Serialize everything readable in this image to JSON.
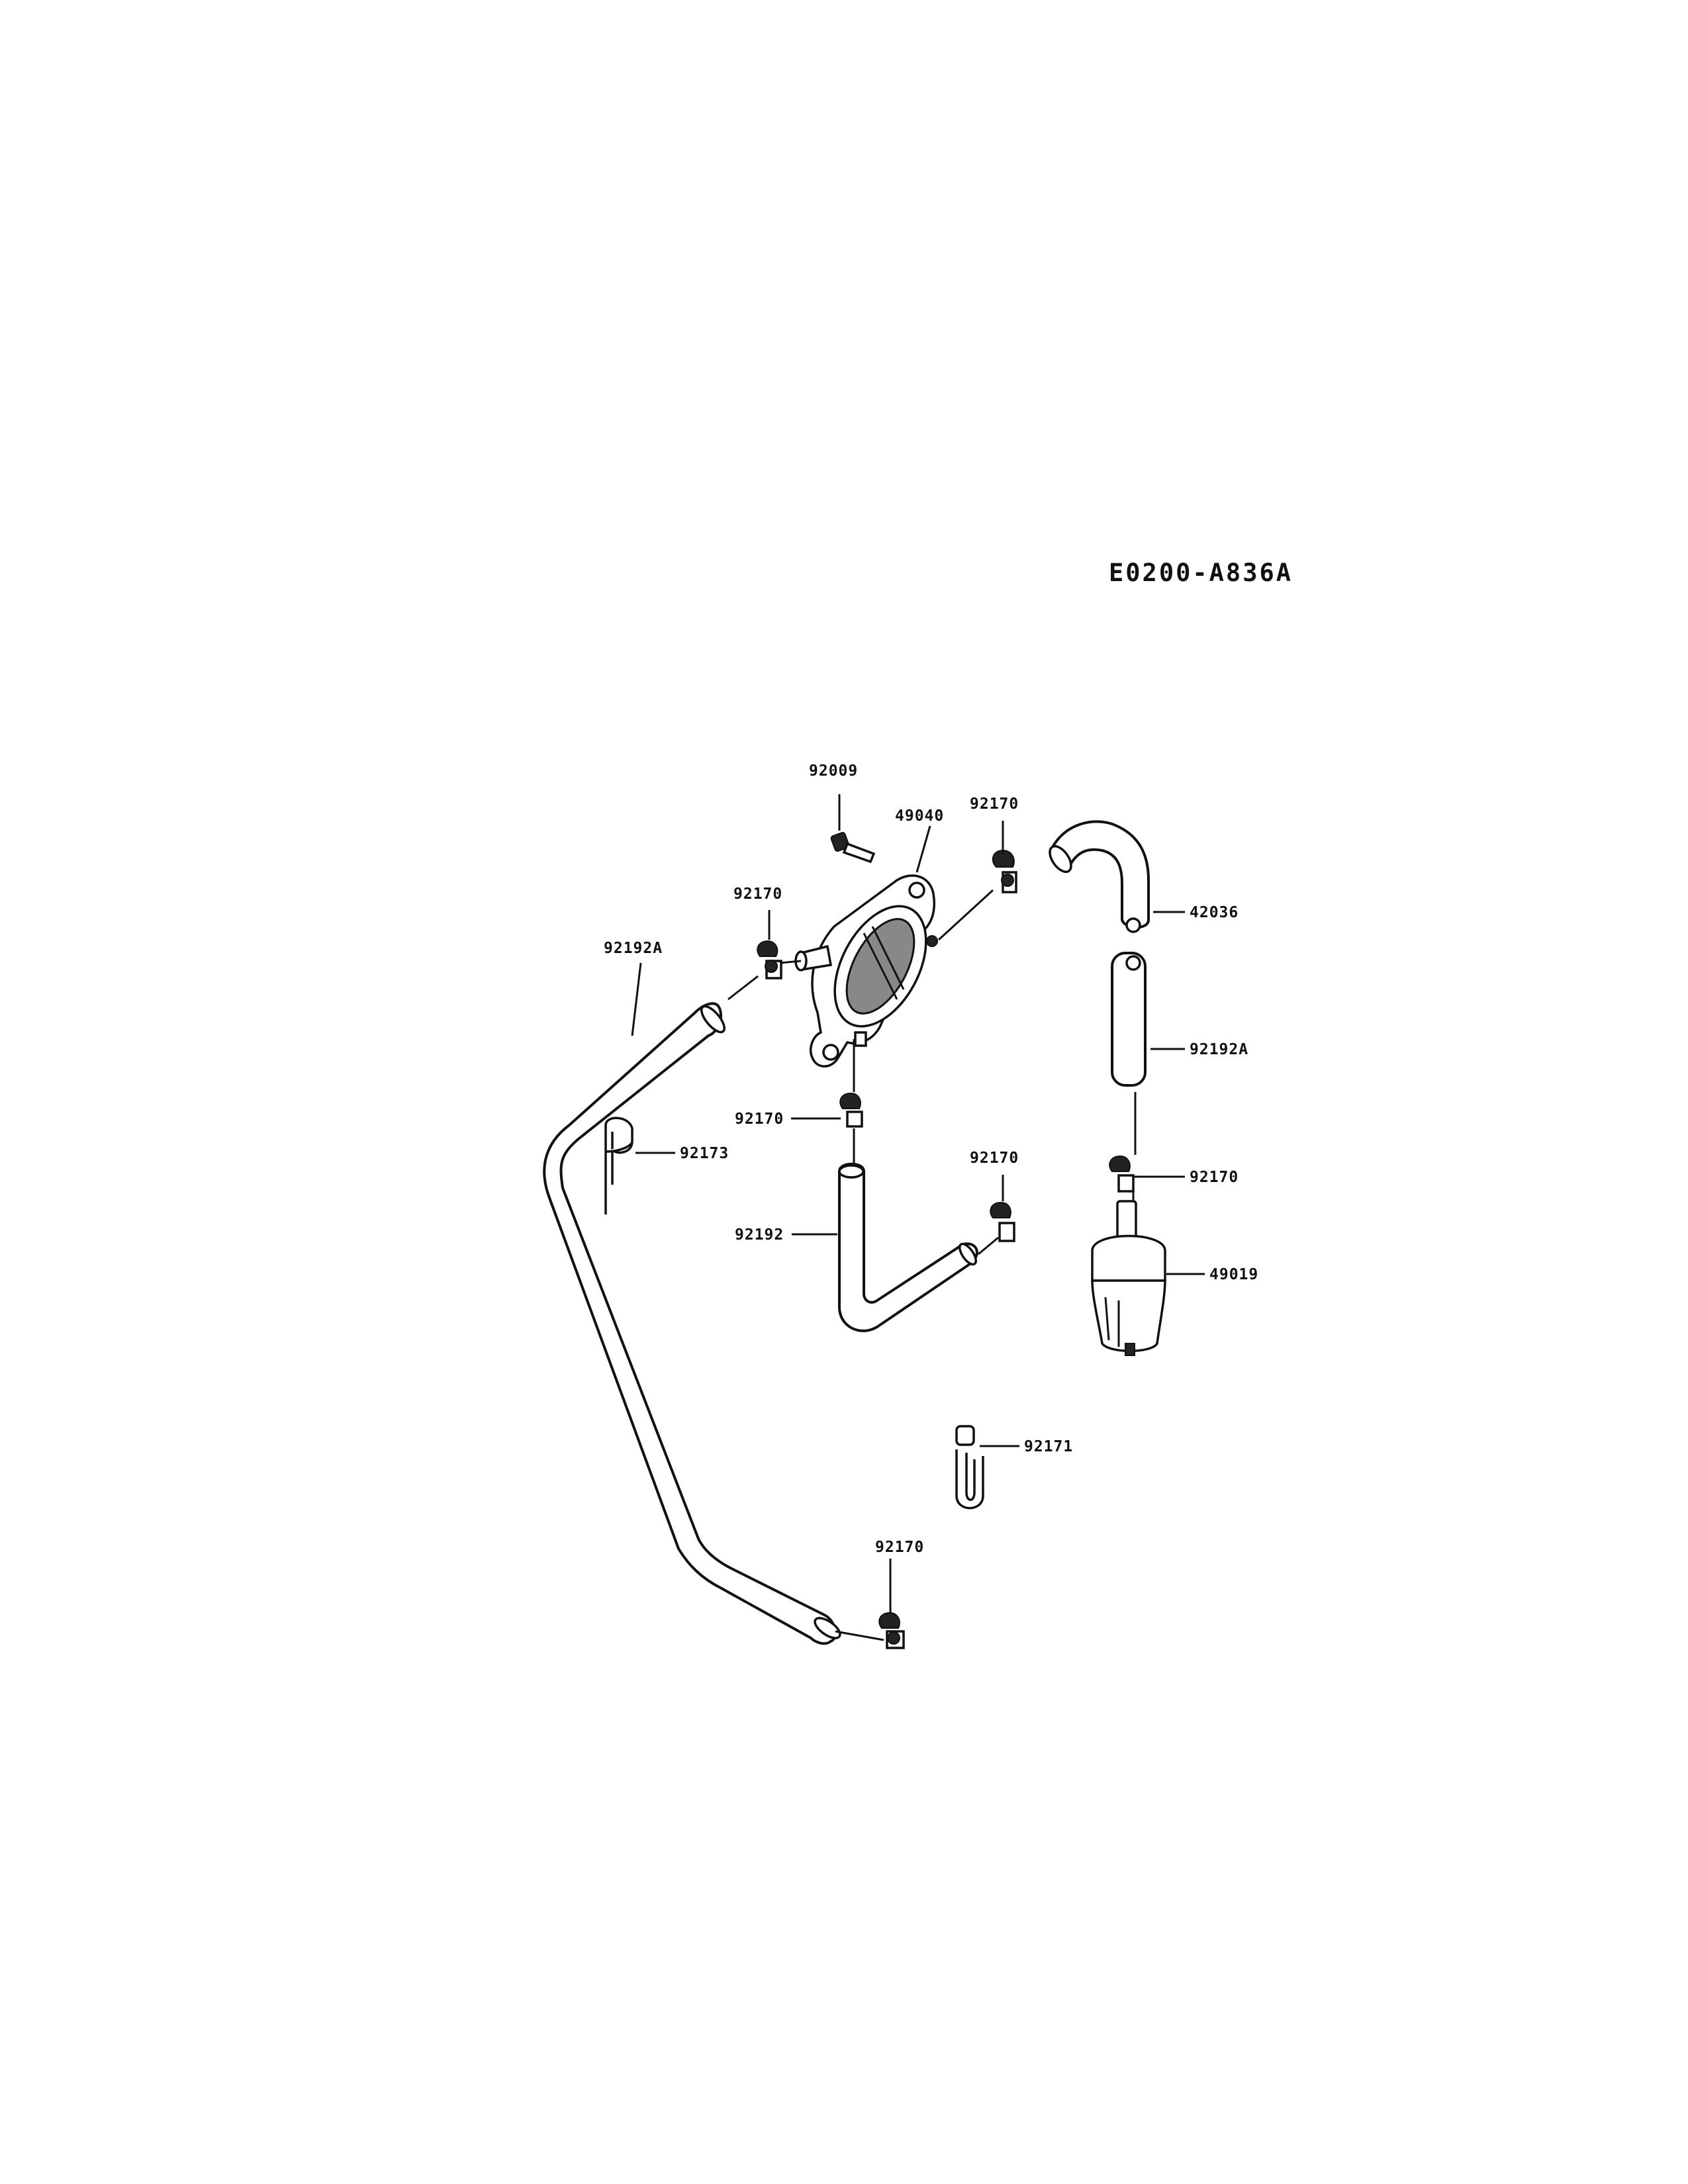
{
  "diagram_code": "E0200-A836A",
  "callouts": {
    "bolt": "92009",
    "fuel_pump": "49040",
    "clamp_top": "92170",
    "elbow_hose": "42036",
    "clamp_pump_left": "92170",
    "long_hose": "92192A",
    "right_hose": "92192A",
    "clamp_pump_bottom": "92170",
    "clip": "92173",
    "clamp_mid": "92170",
    "clamp_filter": "92170",
    "bent_hose": "92192",
    "fuel_filter": "49019",
    "clamp_part": "92171",
    "clamp_bottom": "92170"
  },
  "colors": {
    "ink": "#111111",
    "background": "#ffffff"
  }
}
